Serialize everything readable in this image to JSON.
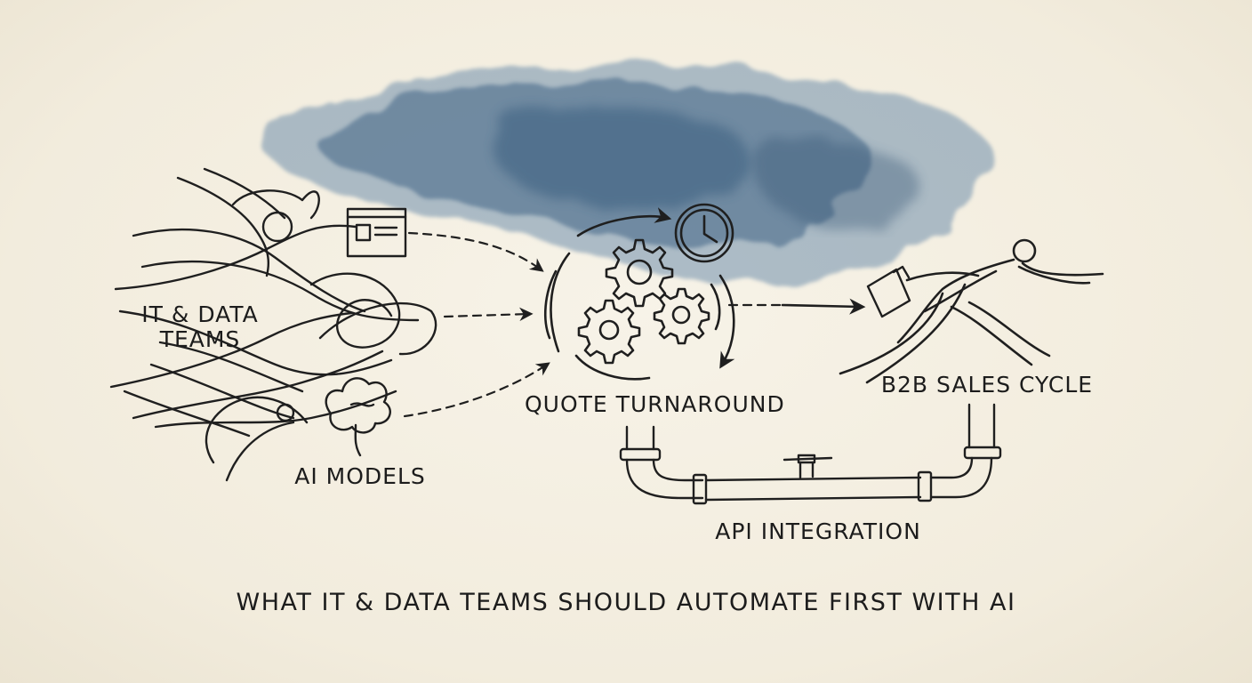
{
  "labels": {
    "it_data_teams": "IT & DATA\nTEAMS",
    "ai_models": "AI MODELS",
    "quote_turnaround": "QUOTE TURNAROUND",
    "b2b_sales_cycle": "B2B SALES CYCLE",
    "api_integration": "API INTEGRATION"
  },
  "title": "WHAT IT & DATA TEAMS SHOULD AUTOMATE FIRST WITH AI",
  "icons": [
    "watercolor-cloud",
    "tangled-lines",
    "document-window-icon",
    "gears-icon",
    "clock-icon",
    "pipe-icon",
    "running-person-icon",
    "briefcase-icon",
    "tree-icon"
  ],
  "colors": {
    "ink": "#1f1f1f",
    "watercolor": "#4f7394",
    "paper": "#f4efe2"
  }
}
